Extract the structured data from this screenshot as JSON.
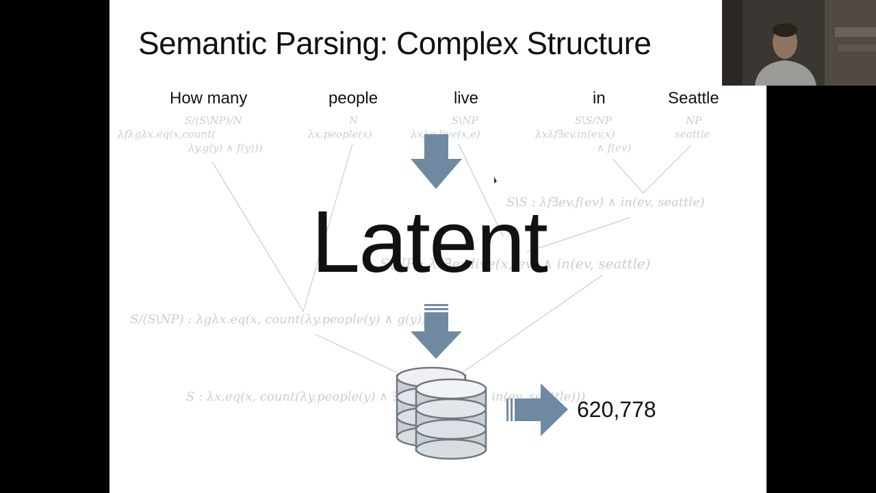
{
  "title": "Semantic Parsing: Complex Structure",
  "words": [
    "How many",
    "people",
    "live",
    "in",
    "Seattle"
  ],
  "lexicon": {
    "how_many_cat": "S/(S\\NP)/N",
    "how_many_sem_1": "λfλgλx.eq(x,count(",
    "how_many_sem_2": "λy.g(y) ∧ f(y)))",
    "people_cat": "N",
    "people_sem": "λx.people(x)",
    "live_cat": "S\\NP",
    "live_sem": "λxλe.live(x,e)",
    "in_cat": "S\\S/NP",
    "in_sem_1": "λxλf∃ev.in(ev,x)",
    "in_sem_2": "∧ f(ev)",
    "seattle_cat": "NP",
    "seattle_sem": "seattle"
  },
  "derivations": {
    "step1": "S\\S : λf∃ev.f(ev) ∧ in(ev, seattle)",
    "step2": "S\\NP : λx∃ev.live(x, ev) ∧ in(ev, seattle)",
    "step3": "S/(S\\NP) : λgλx.eq(x, count(λy.people(y) ∧ g(y)))",
    "step4": "S : λx.eq(x, count(λy.people(y) ∧ ∃ev.live(y, ev) ∧ in(ev, seattle)))"
  },
  "latent_label": "Latent",
  "answer": "620,778",
  "colors": {
    "arrow": "#6f8aa0",
    "faint_text": "#c9cdd3",
    "title": "#111111"
  },
  "icons": [
    "down-arrow-icon",
    "database-icon",
    "right-arrow-icon"
  ]
}
